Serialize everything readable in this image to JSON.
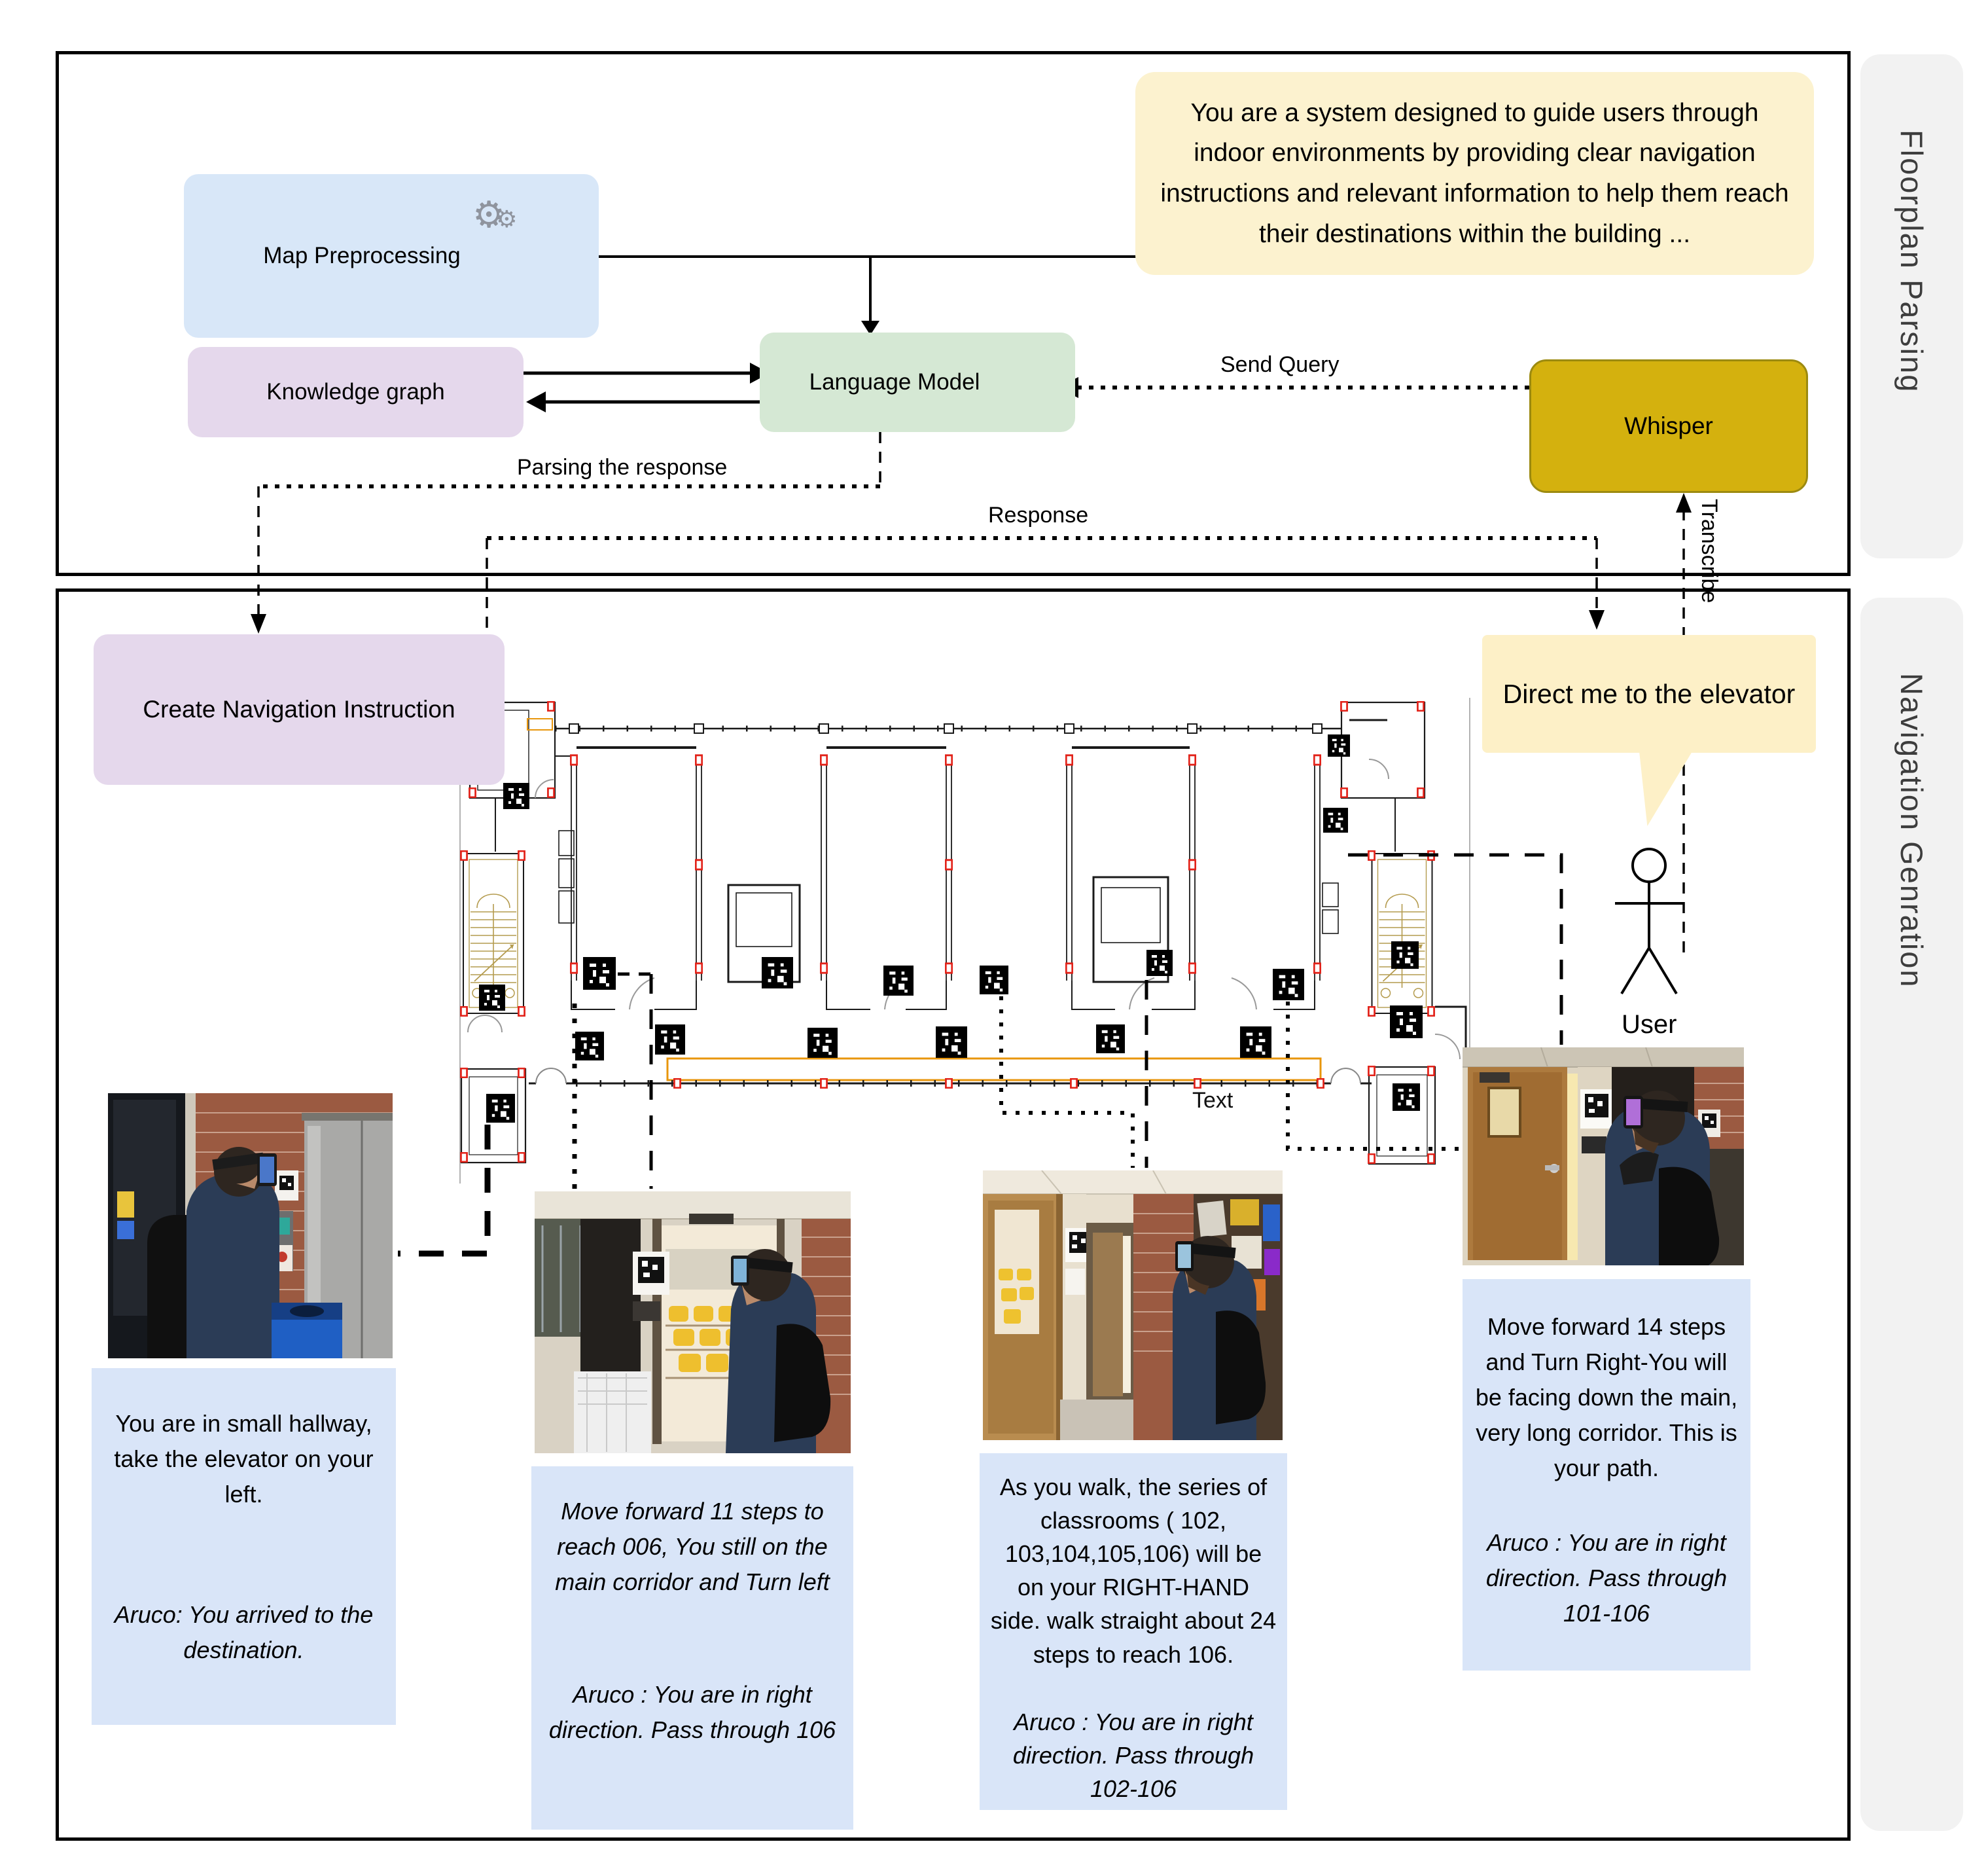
{
  "sections": {
    "floorplan_parsing": "Floorplan Parsing",
    "navigation_generation": "Navigation Genration"
  },
  "nodes": {
    "map_preprocessing": "Map Preprocessing",
    "knowledge_graph": "Knowledge graph",
    "language_model": "Language Model",
    "whisper": "Whisper",
    "create_navigation_instruction": "Create Navigation Instruction"
  },
  "system_prompt": "You are a system designed to guide users through indoor environments by providing clear navigation instructions and relevant information to help them reach their destinations within the building ...",
  "edge_labels": {
    "send_query": "Send Query",
    "parsing_response": "Parsing the response",
    "response": "Response",
    "transcribe": "Transcribe"
  },
  "speech_bubble": "Direct me to the elevator",
  "user_label": "User",
  "map_text_label": "Text",
  "captions": [
    {
      "main": "You are in small hallway, take the elevator on your left.",
      "aruco": "Aruco: You arrived to the destination."
    },
    {
      "main": "Move forward 11 steps to reach 006, You still on the main corridor and Turn left",
      "aruco": "Aruco : You are in right direction. Pass through 106"
    },
    {
      "main": "As you walk, the series of classrooms ( 102, 103,104,105,106) will be on your RIGHT-HAND side. walk straight about 24 steps to reach 106.",
      "aruco": "Aruco : You are in right direction. Pass through 102-106"
    },
    {
      "main": "Move forward 14 steps and Turn Right-You will be facing down the main, very long corridor. This is your path.",
      "aruco": "Aruco : You are in right direction. Pass through 101-106"
    }
  ],
  "colors": {
    "node_blue": "#d8e7f8",
    "node_purple": "#e5d8ec",
    "node_green": "#d5e8d4",
    "node_gold": "#d4b10e",
    "prompt_yellow": "#fcf2cf",
    "bubble_yellow": "#fdf0c7",
    "caption_blue": "#d9e5f8",
    "tab_gray": "#f2f2f2",
    "accent_orange": "#e8960c",
    "marker_red": "#e2231a",
    "spark_coral": "#e0795c"
  }
}
